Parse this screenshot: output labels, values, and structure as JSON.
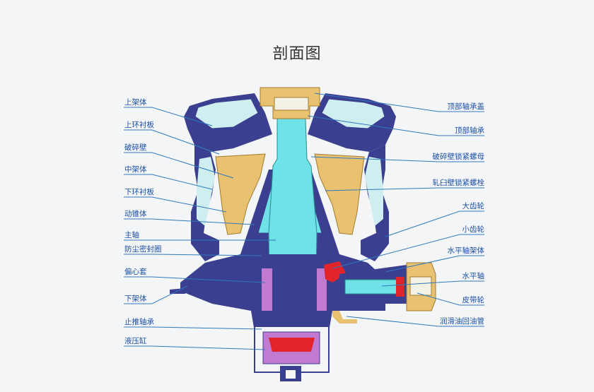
{
  "title": "剖面图",
  "colors": {
    "frame": "#3b3f8f",
    "liner": "#e8c271",
    "cyan": "#6ee2e6",
    "line": "#2f79bf",
    "label": "#1a4fa6",
    "red": "#e0242a",
    "pale": "#cfeef0",
    "purple": "#c27ad1"
  },
  "labels_left": [
    {
      "id": "upper-frame",
      "text": "上架体"
    },
    {
      "id": "upper-liner",
      "text": "上环衬板"
    },
    {
      "id": "mantle-wall",
      "text": "破碎壁"
    },
    {
      "id": "middle-frame",
      "text": "中架体"
    },
    {
      "id": "lower-liner",
      "text": "下环衬板"
    },
    {
      "id": "moving-cone",
      "text": "动锥体"
    },
    {
      "id": "main-shaft",
      "text": "主轴"
    },
    {
      "id": "dust-seal",
      "text": "防尘密封圈"
    },
    {
      "id": "eccentric-sleeve",
      "text": "偏心套"
    },
    {
      "id": "lower-frame",
      "text": "下架体"
    },
    {
      "id": "thrust-bearing",
      "text": "止推轴承"
    },
    {
      "id": "hydraulic-cylinder",
      "text": "液压缸"
    }
  ],
  "labels_right": [
    {
      "id": "top-bearing-cover",
      "text": "顶部轴承盖"
    },
    {
      "id": "top-bearing",
      "text": "顶部轴承"
    },
    {
      "id": "mantle-lock-nut",
      "text": "破碎壁锁紧螺母"
    },
    {
      "id": "concave-lock-bolt",
      "text": "轧臼壁锁紧螺栓"
    },
    {
      "id": "bevel-gear",
      "text": "大齿轮"
    },
    {
      "id": "pinion",
      "text": "小齿轮"
    },
    {
      "id": "shaft-housing",
      "text": "水平轴架体"
    },
    {
      "id": "horizontal-shaft",
      "text": "水平轴"
    },
    {
      "id": "pulley",
      "text": "皮带轮"
    },
    {
      "id": "oil-return-pipe",
      "text": "润滑油回油管"
    }
  ]
}
